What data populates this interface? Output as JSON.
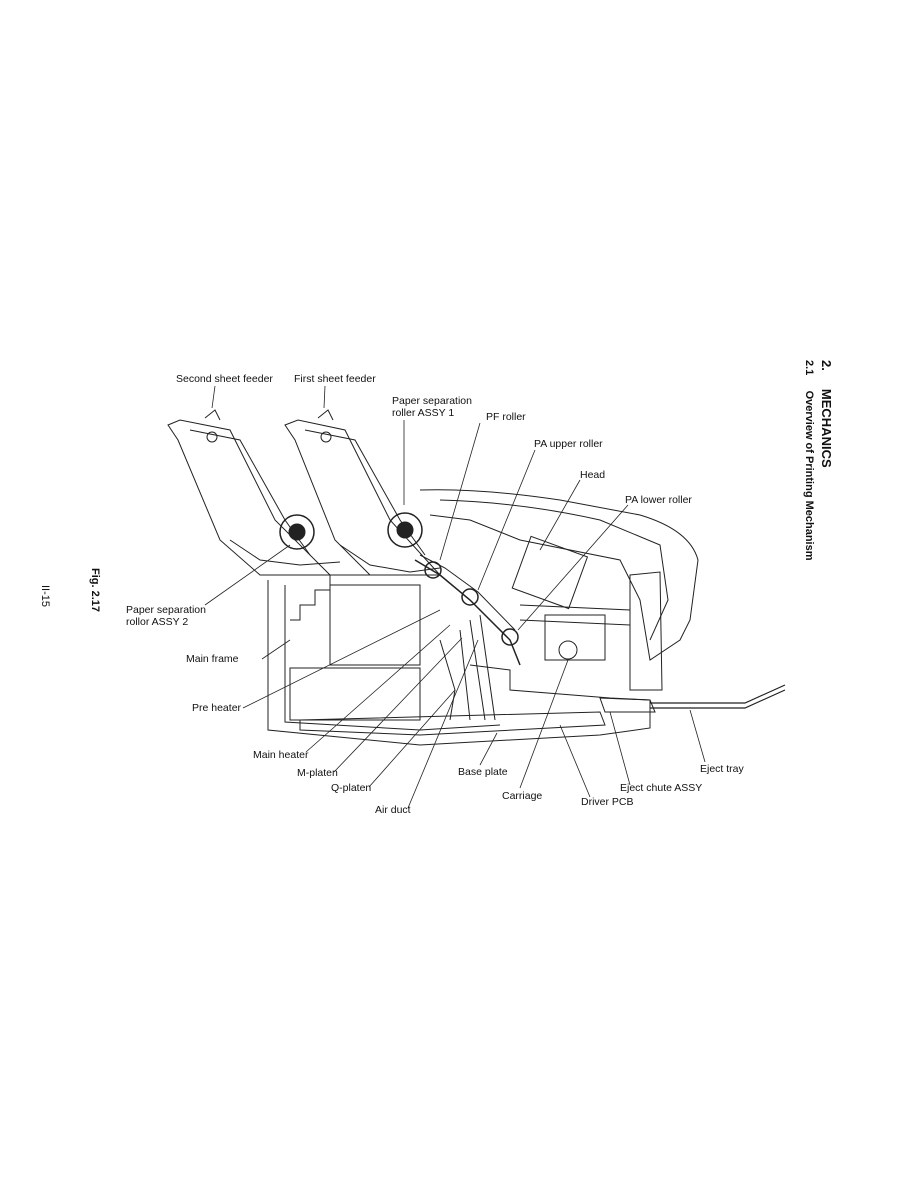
{
  "header": {
    "chapter_number": "2.",
    "chapter_title": "MECHANICS",
    "section_number": "2.1",
    "section_title": "Overview of Printing Mechanism"
  },
  "figure": {
    "caption": "Fig. 2.17",
    "labels": {
      "second_sheet_feeder": "Second sheet feeder",
      "first_sheet_feeder": "First sheet feeder",
      "paper_separation_roller_assy_1": "Paper separation\nroller ASSY 1",
      "pf_roller": "PF roller",
      "pa_upper_roller": "PA upper roller",
      "head": "Head",
      "pa_lower_roller": "PA lower roller",
      "paper_separation_rollor_assy_2": "Paper separation\nrollor ASSY 2",
      "main_frame": "Main frame",
      "pre_heater": "Pre heater",
      "main_heater": "Main heater",
      "m_platen": "M-platen",
      "q_platen": "Q-platen",
      "air_duct": "Air duct",
      "base_plate": "Base plate",
      "carriage": "Carriage",
      "driver_pcb": "Driver PCB",
      "eject_chute_assy": "Eject chute ASSY",
      "eject_tray": "Eject tray"
    }
  },
  "footer": {
    "page_number": "II-15"
  }
}
